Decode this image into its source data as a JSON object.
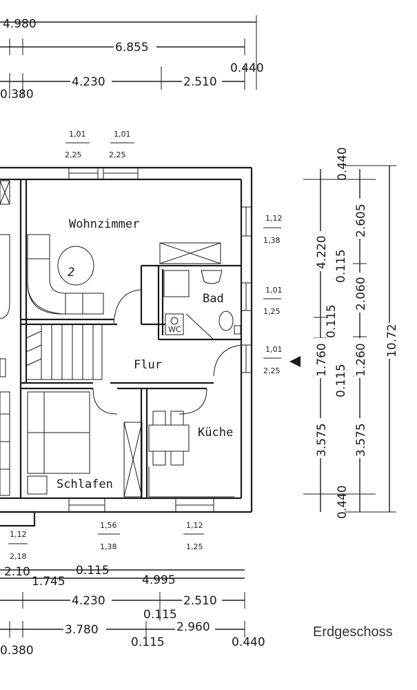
{
  "caption": "Erdgeschoss",
  "rooms": {
    "wohnzimmer": "Wohnzimmer",
    "bad": "Bad",
    "flur": "Flur",
    "kueche": "Küche",
    "schlafen": "Schlafen"
  },
  "room_number": "2",
  "wc_label": "WC",
  "top_dims": {
    "row1": [
      "4.980",
      "6.855"
    ],
    "row2": [
      "4.230",
      "2.510"
    ],
    "left_small": "0.380",
    "right_small": "0.440"
  },
  "window_labels": {
    "top_1_num": "1,01",
    "top_1_den": "2,25",
    "top_2_num": "1,01",
    "top_2_den": "2,25",
    "right_1_num": "1,12",
    "right_1_den": "1,38",
    "right_2_num": "1,01",
    "right_2_den": "1,25",
    "right_3_num": "1,01",
    "right_3_den": "2,25",
    "bottom_1_num": "1,56",
    "bottom_1_den": "1,38",
    "bottom_2_num": "1,12",
    "bottom_2_den": "1,25",
    "bottom_left_num": "1,12",
    "bottom_left_den": "2,18"
  },
  "right_dims": {
    "top": "0.440",
    "a1": "4.220",
    "b1": "2.605",
    "c_small1": "0.115",
    "b2": "2.060",
    "c_small2": "0.115",
    "a2": "1.760",
    "b3": "1.260",
    "c_small3": "0.115",
    "a3": "3.575",
    "b4": "3.575",
    "bottom": "0.440",
    "total": "10.72"
  },
  "bottom_dims": {
    "row1": [
      "2.10",
      "1.745",
      "0.115",
      "4.995"
    ],
    "row2": [
      "4.230",
      "2.510"
    ],
    "row2_small": "0.115",
    "row3": [
      "3.780",
      "2.960"
    ],
    "row3_small1": "0.115",
    "row3_small2": "0.440",
    "left_small": "0.380"
  }
}
